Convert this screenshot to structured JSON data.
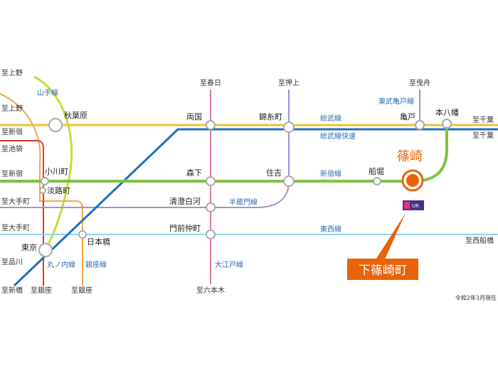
{
  "map": {
    "date_note": "令和2年3月現在",
    "colors": {
      "sobu": "#f2c12e",
      "sobu_rapid": "#1f6fbf",
      "shinjuku": "#7dc242",
      "hanzomon": "#a88fcc",
      "tozai": "#8fd3e8",
      "oedo": "#d9468a",
      "yamanote": "#c8dc3c",
      "marunouchi": "#d93a2b",
      "ginza": "#f3a54a",
      "asakusa": "#e07b9d",
      "highlight": "#e8630a",
      "callout": "#e8630a"
    },
    "directions": {
      "left_ueno_1": "至上野",
      "left_ueno_2": "至上野",
      "left_shinjuku_1": "至新宿",
      "left_ikebukuro": "至池袋",
      "left_shinjuku_2": "至新宿",
      "left_otemachi_1": "至大手町",
      "left_otemachi_2": "至大手町",
      "left_shinagawa": "至品川",
      "bottom_shimbashi": "至新橋",
      "bottom_ginza_1": "至銀座",
      "bottom_ginza_2": "至銀座",
      "top_kasuga": "至春日",
      "top_oshiage": "至押上",
      "top_mizue": "至曳舟",
      "right_chiba_1": "至千葉",
      "right_chiba_2": "至千葉",
      "bottom_roppongi": "至六本木",
      "right_nishifunabashi": "至西船橋"
    },
    "stations": {
      "akihabara": "秋葉原",
      "ogawamachi": "小川町",
      "awajicho": "淡路町",
      "tokyo": "東京",
      "nihombashi": "日本橋",
      "ryogoku": "両国",
      "kinshicho": "錦糸町",
      "kameido": "亀戸",
      "motoyawata": "本八幡",
      "morishita": "森下",
      "sumiyoshi": "住吉",
      "funabori": "船堀",
      "shinozaki": "篠崎",
      "kiyosumi": "清澄白河",
      "monzen": "門前仲町"
    },
    "lines": {
      "yamanote": "山手線",
      "sobu": "総武線",
      "sobu_rapid": "総武線快速",
      "kameido": "東武亀戸線",
      "shinjuku": "新宿線",
      "hanzomon": "半蔵門線",
      "tozai": "東西線",
      "marunouchi": "丸ノ内線",
      "ginza": "銀座線",
      "oedo": "大江戸線"
    },
    "logo_text": "UR",
    "callout": "下篠崎町"
  }
}
